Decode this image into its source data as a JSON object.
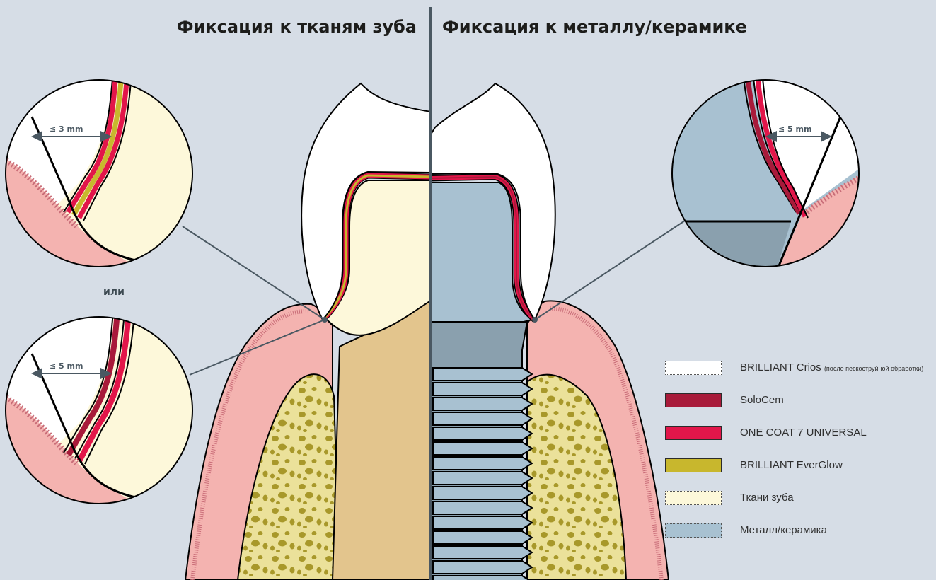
{
  "titles": {
    "left": "Фиксация к тканям зуба",
    "right": "Фиксация к металлу/керамике"
  },
  "separator_word": "или",
  "callouts": {
    "top_left": "≤ 3 mm",
    "bottom_left": "≤ 5 mm",
    "top_right": "≤ 5 mm"
  },
  "legend": [
    {
      "label": "BRILLIANT Crios",
      "note": "(после пескоструйной обработки)",
      "color": "#ffffff",
      "dotted": true
    },
    {
      "label": "SoloCem",
      "note": "",
      "color": "#a81a3a",
      "dotted": false
    },
    {
      "label": "ONE COAT 7 UNIVERSAL",
      "note": "",
      "color": "#e2164a",
      "dotted": false
    },
    {
      "label": "BRILLIANT EverGlow",
      "note": "",
      "color": "#c8b72d",
      "dotted": false
    },
    {
      "label": "Ткани зуба",
      "note": "",
      "color": "#fdf8da",
      "dotted": true
    },
    {
      "label": "Металл/керамика",
      "note": "",
      "color": "#a8c1d1",
      "dotted": true
    }
  ],
  "colors": {
    "background": "#d6dde6",
    "gingiva": "#f4b3b0",
    "gingiva_edge": "#c96d78",
    "bone": "#ebe19a",
    "pulp": "#e3c58d",
    "enamel": "#ffffff",
    "dentin": "#fdf8da",
    "metal": "#a8c1d1",
    "abutment": "#8aa0ae"
  }
}
